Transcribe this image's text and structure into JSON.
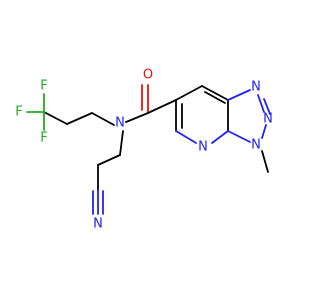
{
  "molecule": {
    "labels": {
      "oxygen": "O",
      "amide_nitrogen": "N",
      "nitrile_nitrogen": "N",
      "triazole_n1": "N",
      "triazole_n2": "N",
      "triazole_n3": "N",
      "pyridine_n": "N",
      "fluorine_top": "F",
      "fluorine_left": "F",
      "fluorine_bottom": "F"
    },
    "colors": {
      "carbon": "#000000",
      "nitrogen": "#2222ee",
      "oxygen": "#ee1111",
      "fluorine": "#22aa22"
    }
  }
}
